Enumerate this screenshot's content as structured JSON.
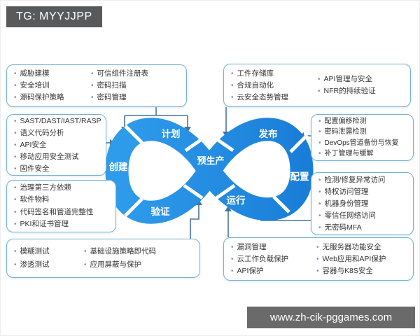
{
  "header": {
    "tg_label": "TG: MYYJJPP"
  },
  "footer": {
    "url": "www.zh-cik-pggames.com"
  },
  "loop": {
    "plan": "计划",
    "create": "创建",
    "verify": "验证",
    "preprod": "预生产",
    "release": "发布",
    "operate": "运行",
    "configure": "配置"
  },
  "boxes": {
    "top_left": {
      "columns": [
        [
          "威胁建模",
          "安全培训",
          "源码保护策略"
        ],
        [
          "可信组件注册表",
          "密码扫描",
          "密码管理"
        ]
      ]
    },
    "left_create": {
      "columns": [
        [
          "SAST/DAST/IAST/RASP",
          "语义代码分析",
          "API安全",
          "移动应用安全测试",
          "固件安全"
        ]
      ]
    },
    "left_verify": {
      "columns": [
        [
          "治理第三方依赖",
          "软件物料",
          "代码签名和管道完整性",
          "PKI和证书管理"
        ]
      ]
    },
    "bottom_left": {
      "columns": [
        [
          "模糊测试",
          "渗透测试"
        ],
        [
          "基础设施策略即代码",
          "应用屏蔽与保护"
        ]
      ]
    },
    "top_right": {
      "columns": [
        [
          "工件存储库",
          "合规自动化",
          "云安全态势管理"
        ],
        [
          "API管理与安全",
          "NFR的持续验证"
        ]
      ]
    },
    "right_release": {
      "columns": [
        [
          "配置偏移检测",
          "密码泄露检测",
          "DevOps管道备份与恢复",
          "补丁管理与缓解"
        ]
      ]
    },
    "right_operate": {
      "columns": [
        [
          "检测/修复异常访问",
          "特权访问管理",
          "机器身份管理",
          "零信任网络访问",
          "无密码MFA"
        ]
      ]
    },
    "bottom_right": {
      "columns": [
        [
          "漏洞管理",
          "云工作负载保护",
          "API保护"
        ],
        [
          "无服务器功能安全",
          "Web应用和API保护",
          "容器与K8S安全"
        ]
      ]
    }
  },
  "colors": {
    "loop_blue_light": "#2f9ceb",
    "loop_blue_dark": "#1a7ed8",
    "connector": "#46749e",
    "box_border": "#74b2d6",
    "tag_bg": "#58595b",
    "url_bg": "#6a6a6a"
  }
}
